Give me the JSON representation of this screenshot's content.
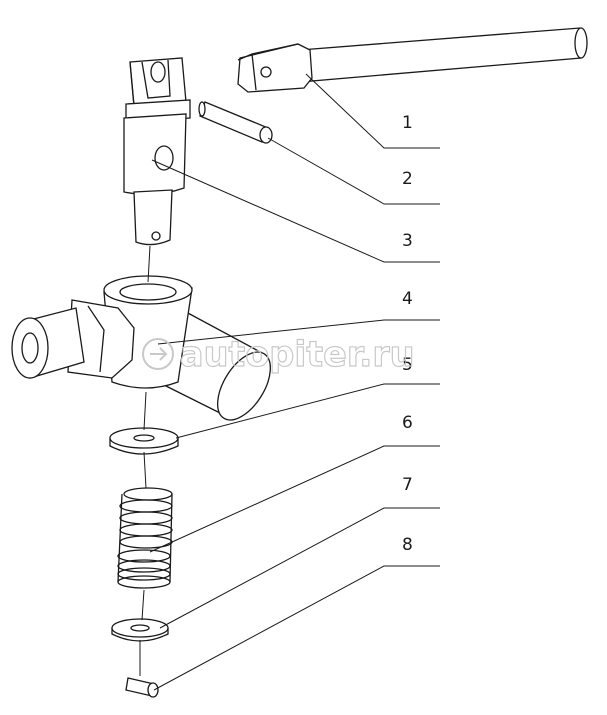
{
  "diagram": {
    "callouts": [
      "1",
      "2",
      "3",
      "4",
      "5",
      "6",
      "7",
      "8"
    ]
  },
  "watermark": {
    "text": "autopiter.ru"
  },
  "colors": {
    "line": "#1a1a1a",
    "watermark": "#c9c9c9",
    "background": "#ffffff"
  }
}
